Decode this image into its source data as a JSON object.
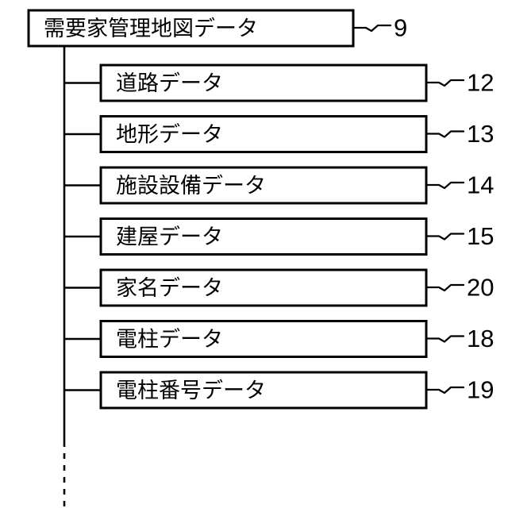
{
  "figure": {
    "type": "patent-block-diagram",
    "language": "ja",
    "background_color": "#ffffff",
    "line_color": "#000000"
  },
  "root": {
    "label": "需要家管理地図データ",
    "ref": "9"
  },
  "children": [
    {
      "label": "道路データ",
      "ref": "12"
    },
    {
      "label": "地形データ",
      "ref": "13"
    },
    {
      "label": "施設設備データ",
      "ref": "14"
    },
    {
      "label": "建屋データ",
      "ref": "15"
    },
    {
      "label": "家名データ",
      "ref": "20"
    },
    {
      "label": "電柱データ",
      "ref": "18"
    },
    {
      "label": "電柱番号データ",
      "ref": "19"
    }
  ],
  "trunk": {
    "continuation": "dashed-line-downward"
  }
}
